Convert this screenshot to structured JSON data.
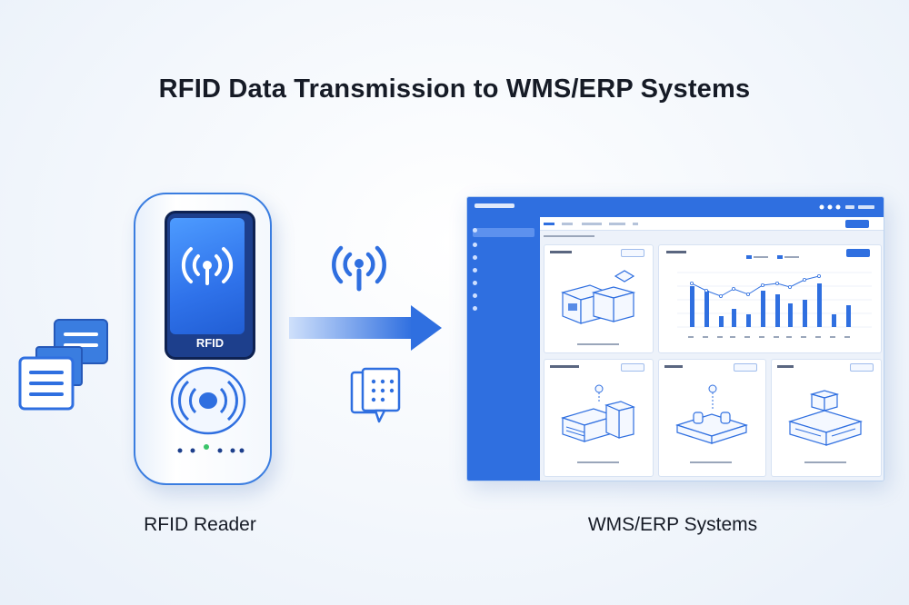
{
  "title": "RFID Data Transmission to WMS/ERP Systems",
  "reader": {
    "caption": "RFID Reader",
    "screen_label": "RFID"
  },
  "systems": {
    "caption": "WMS/ERP Systems"
  },
  "colors": {
    "primary": "#2f6fe0",
    "dark_blue": "#1d3f8c",
    "accent_green": "#3ac46a",
    "text": "#161b26"
  },
  "icons": [
    "document-icon",
    "chat-bubble-icon",
    "rfid-signal-icon",
    "arrow-right-icon",
    "message-dots-icon",
    "nfc-icon"
  ]
}
